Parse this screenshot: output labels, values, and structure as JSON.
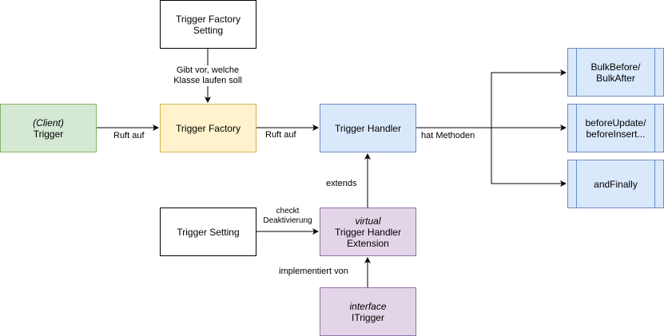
{
  "nodes": {
    "trigger_factory_setting": {
      "line1": "Trigger Factory",
      "line2": "Setting"
    },
    "client_trigger": {
      "italic": "(Client)",
      "line1": "Trigger"
    },
    "trigger_factory": {
      "line1": "Trigger Factory"
    },
    "trigger_handler": {
      "line1": "Trigger Handler"
    },
    "trigger_setting": {
      "line1": "Trigger Setting"
    },
    "trigger_handler_extension": {
      "italic": "virtual",
      "line1": "Trigger Handler",
      "line2": "Extension"
    },
    "itrigger": {
      "italic": "interface",
      "line1": "ITrigger"
    },
    "bulk": {
      "line1": "BulkBefore/",
      "line2": "BulkAfter"
    },
    "before_update": {
      "line1": "beforeUpdate/",
      "line2": "beforeInsert..."
    },
    "and_finally": {
      "line1": "andFinally"
    }
  },
  "edge_labels": {
    "gibt_vor": {
      "line1": "Gibt vor, welche",
      "line2": "Klasse laufen soll"
    },
    "ruft_auf_1": "Ruft auf",
    "ruft_auf_2": "Ruft auf",
    "hat_methoden": "hat Methoden",
    "extends": "extends",
    "checkt": {
      "line1": "checkt",
      "line2": "Deaktivierung"
    },
    "implementiert_von": "implementiert von"
  },
  "colors": {
    "green_fill": "#d5e8d4",
    "green_stroke": "#82b366",
    "yellow_fill": "#fff2cc",
    "yellow_stroke": "#d6b656",
    "blue_fill": "#dae8fc",
    "blue_stroke": "#6c8ebf",
    "purple_fill": "#e1d5e7",
    "purple_stroke": "#9673a6"
  }
}
